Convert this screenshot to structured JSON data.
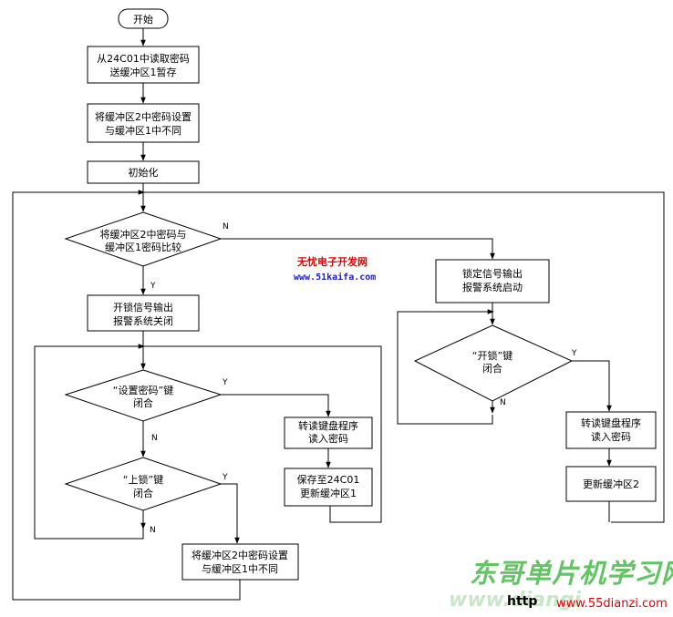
{
  "diagram": {
    "start": "开始",
    "read_password": [
      "从24C01中读取密码",
      "送缓冲区1暂存"
    ],
    "set_buffer_top": [
      "将缓冲区2中密码设置",
      "与缓冲区1中不同"
    ],
    "init": "初始化",
    "compare": [
      "将缓冲区2中密码与",
      "缓冲区1密码比较"
    ],
    "unlock_output": [
      "开锁信号输出",
      "报警系统关闭"
    ],
    "set_password_key": [
      "“设置密码”键",
      "闭合"
    ],
    "lock_key": [
      "“上锁”键",
      "闭合"
    ],
    "set_buffer_bottom": [
      "将缓冲区2中密码设置",
      "与缓冲区1中不同"
    ],
    "read_keyboard_left": [
      "转读键盘程序",
      "读入密码"
    ],
    "save": [
      "保存至24C01",
      "更新缓冲区1"
    ],
    "lock_output": [
      "锁定信号输出",
      "报警系统启动"
    ],
    "open_key": [
      "“开锁”键",
      "闭合"
    ],
    "read_keyboard_right": [
      "转读键盘程序",
      "读入密码"
    ],
    "update_buffer2": "更新缓冲区2",
    "yes": "Y",
    "no": "N"
  },
  "watermark": {
    "cn": "无忧电子开发网",
    "url": "www.51kaifa.com"
  },
  "brand": {
    "title": "东哥单片机学习网",
    "prefix": "http",
    "faded": "www.diangi",
    "site": "www.55dianzi.com"
  }
}
